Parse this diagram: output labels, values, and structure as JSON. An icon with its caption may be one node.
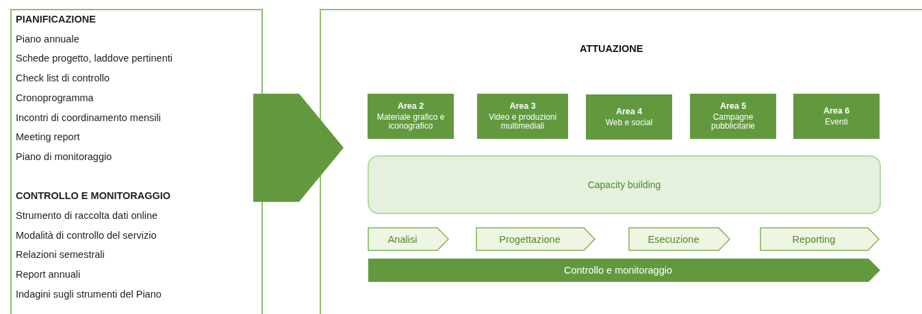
{
  "diagram": {
    "nodes": [
      {
        "text": [
          "PIANIFICAZIONE",
          "Piano annuale",
          "Schede progetto, laddove pertinenti",
          "Check list di controllo",
          "Cronoprogramma",
          "Incontri di coordinamento mensili",
          "Meeting report",
          "Piano di monitoraggio",
          "CONTROLLO E MONITORAGGIO",
          "Strumento di raccolta dati online",
          "Modalità di controllo del servizio",
          "Relazioni semestrali",
          "Report annuali",
          "Indagini sugli strumenti del Piano"
        ]
      },
      {
        "text": [
          "ATTUAZIONE"
        ]
      },
      {
        "text": [
          "Area 2",
          "Materiale grafico e iconografico"
        ],
        "in": 1
      },
      {
        "text": [
          "Area 3",
          "Video e produzioni multimediali"
        ],
        "in": 1
      },
      {
        "text": [
          "Area 4",
          "Web e social"
        ],
        "in": 1
      },
      {
        "text": [
          "Area 5",
          "Campagne pubblicitarie"
        ],
        "in": 1
      },
      {
        "text": [
          "Area 6",
          "Eventi"
        ],
        "in": 1
      },
      {
        "text": [
          "Capacity building"
        ],
        "in": 1
      },
      {
        "text": [
          "Analisi"
        ],
        "in": 1
      },
      {
        "text": [
          "Progettazione"
        ],
        "in": 1
      },
      {
        "text": [
          "Esecuzione"
        ],
        "in": 1
      },
      {
        "text": [
          "Reporting"
        ],
        "in": 1
      },
      {
        "text": [
          "Controllo e monitoraggio"
        ],
        "in": 1
      }
    ],
    "edges": [
      {
        "from": 0,
        "to": 1,
        "arrow": "to",
        "style": "thick"
      }
    ]
  }
}
